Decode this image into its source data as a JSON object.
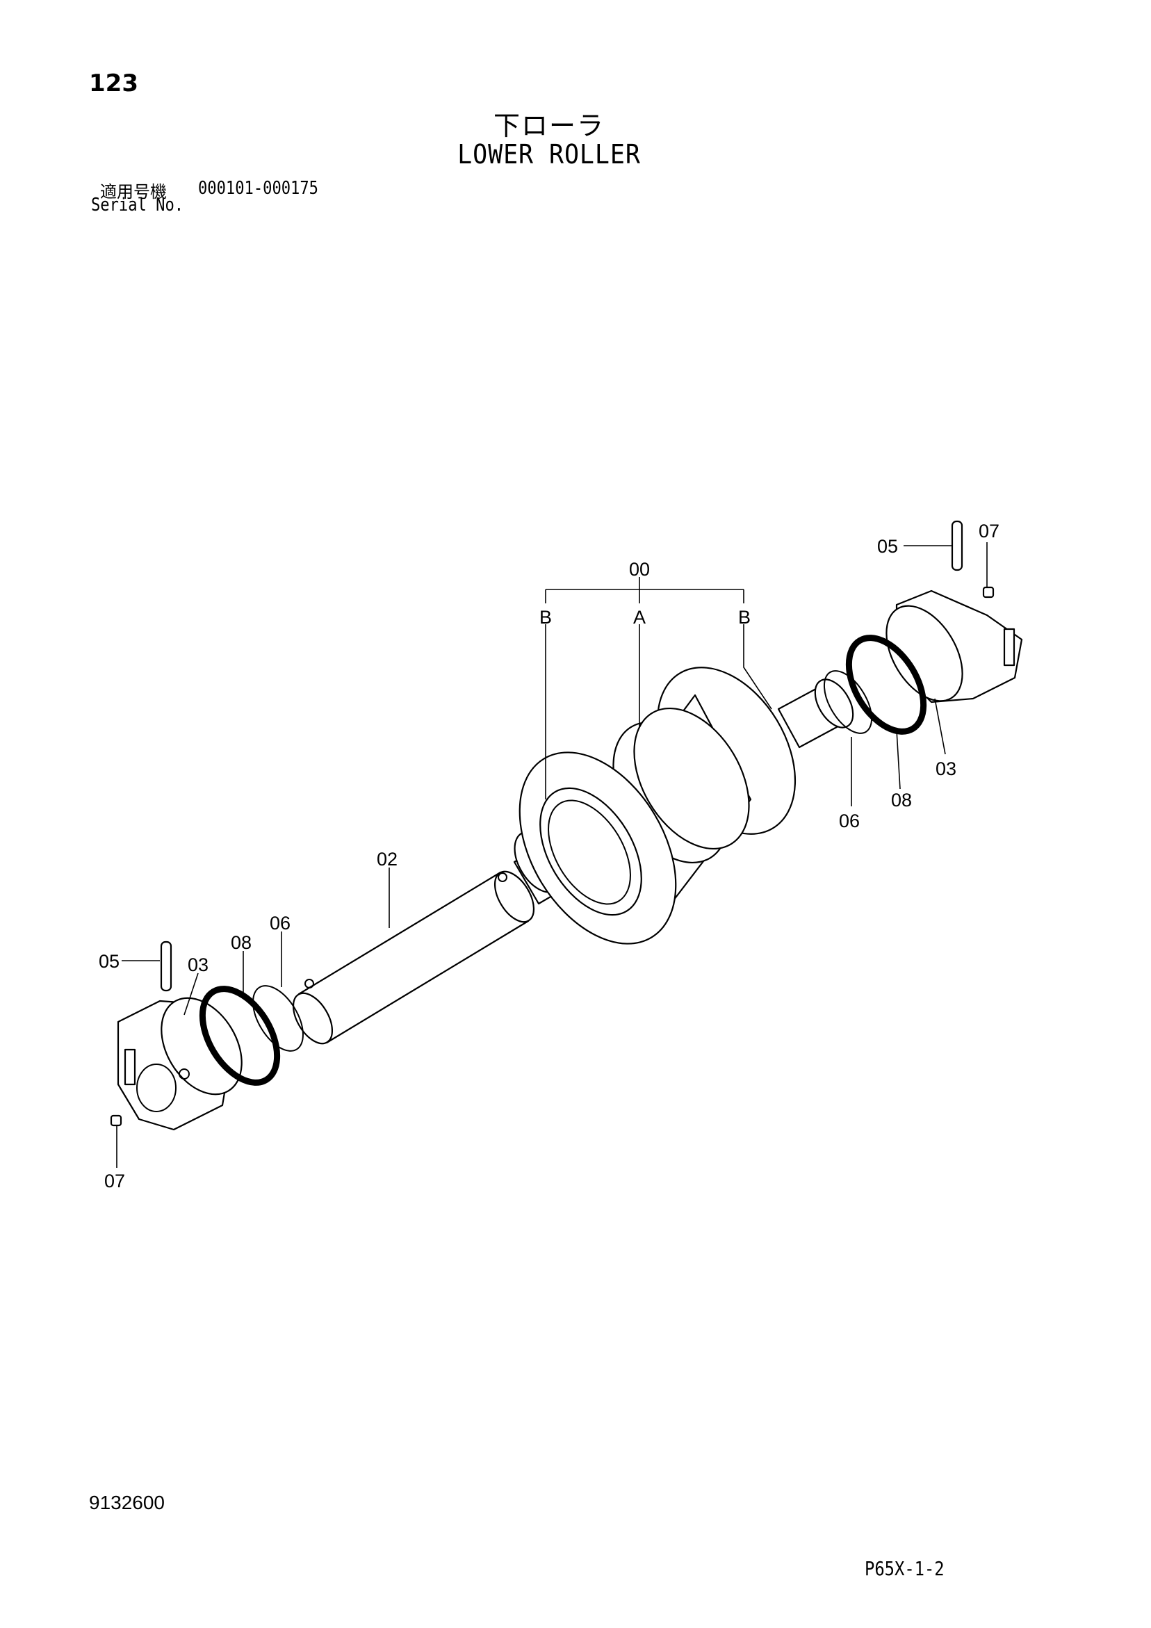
{
  "header": {
    "page_number": "123",
    "title_jp": "下ローラ",
    "title_en": "LOWER ROLLER",
    "serial_label_jp": "適用号機",
    "serial_range": "000101-000175",
    "serial_label_en": "Serial No."
  },
  "footer": {
    "drawing_number": "9132600",
    "page_code": "P65X-1-2"
  },
  "callouts": {
    "assembly": "00",
    "sub_a": "A",
    "sub_b_left": "B",
    "sub_b_right": "B",
    "shaft": "02",
    "collar_left": "03",
    "collar_right": "03",
    "pin_left": "05",
    "pin_right": "05",
    "oring_left": "06",
    "oring_right": "06",
    "plug_left": "07",
    "plug_right": "07",
    "seal_left": "08",
    "seal_right": "08"
  }
}
